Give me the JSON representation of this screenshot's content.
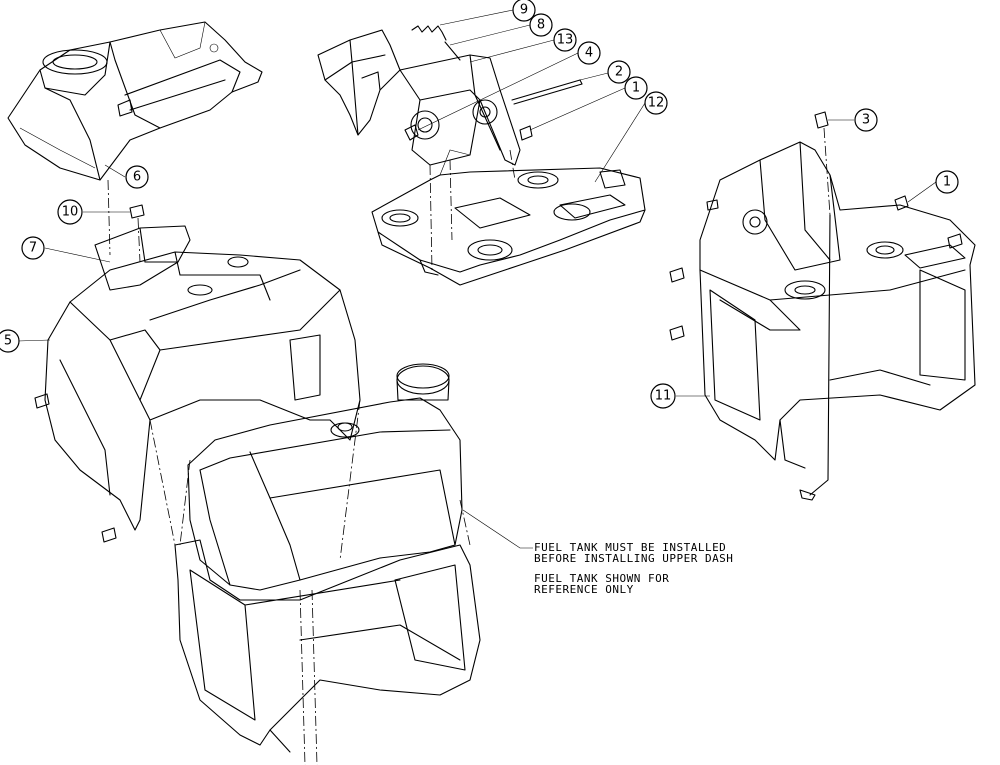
{
  "callouts": [
    "9",
    "8",
    "13",
    "4",
    "2",
    "1",
    "12",
    "3",
    "1",
    "6",
    "10",
    "7",
    "5",
    "11"
  ],
  "notes": {
    "line1": "FUEL TANK MUST BE INSTALLED",
    "line2": "BEFORE INSTALLING UPPER DASH",
    "line3": "FUEL TANK SHOWN FOR",
    "line4": "REFERENCE ONLY"
  }
}
